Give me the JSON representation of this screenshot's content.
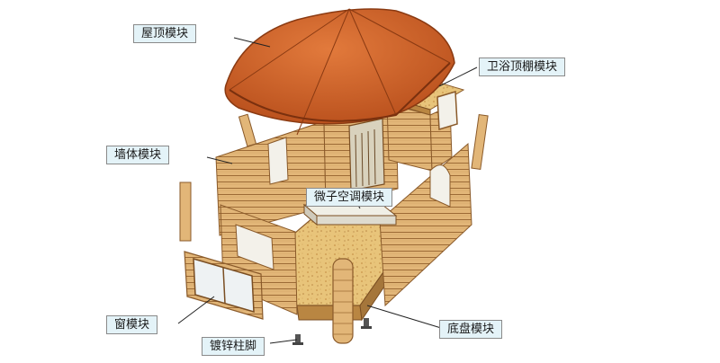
{
  "labels": {
    "roof": "屋顶模块",
    "bath_ceiling": "卫浴顶棚模块",
    "wall": "墙体模块",
    "micro_ac": "微子空调模块",
    "window": "窗模块",
    "chassis": "底盘模块",
    "footing": "镀锌柱脚"
  },
  "colors": {
    "callout_bg": "#e4f3f8",
    "roof": "#d2662c",
    "wood": "#e0b477",
    "wood_line": "#9c6a35",
    "osb": "#e8c47a"
  }
}
